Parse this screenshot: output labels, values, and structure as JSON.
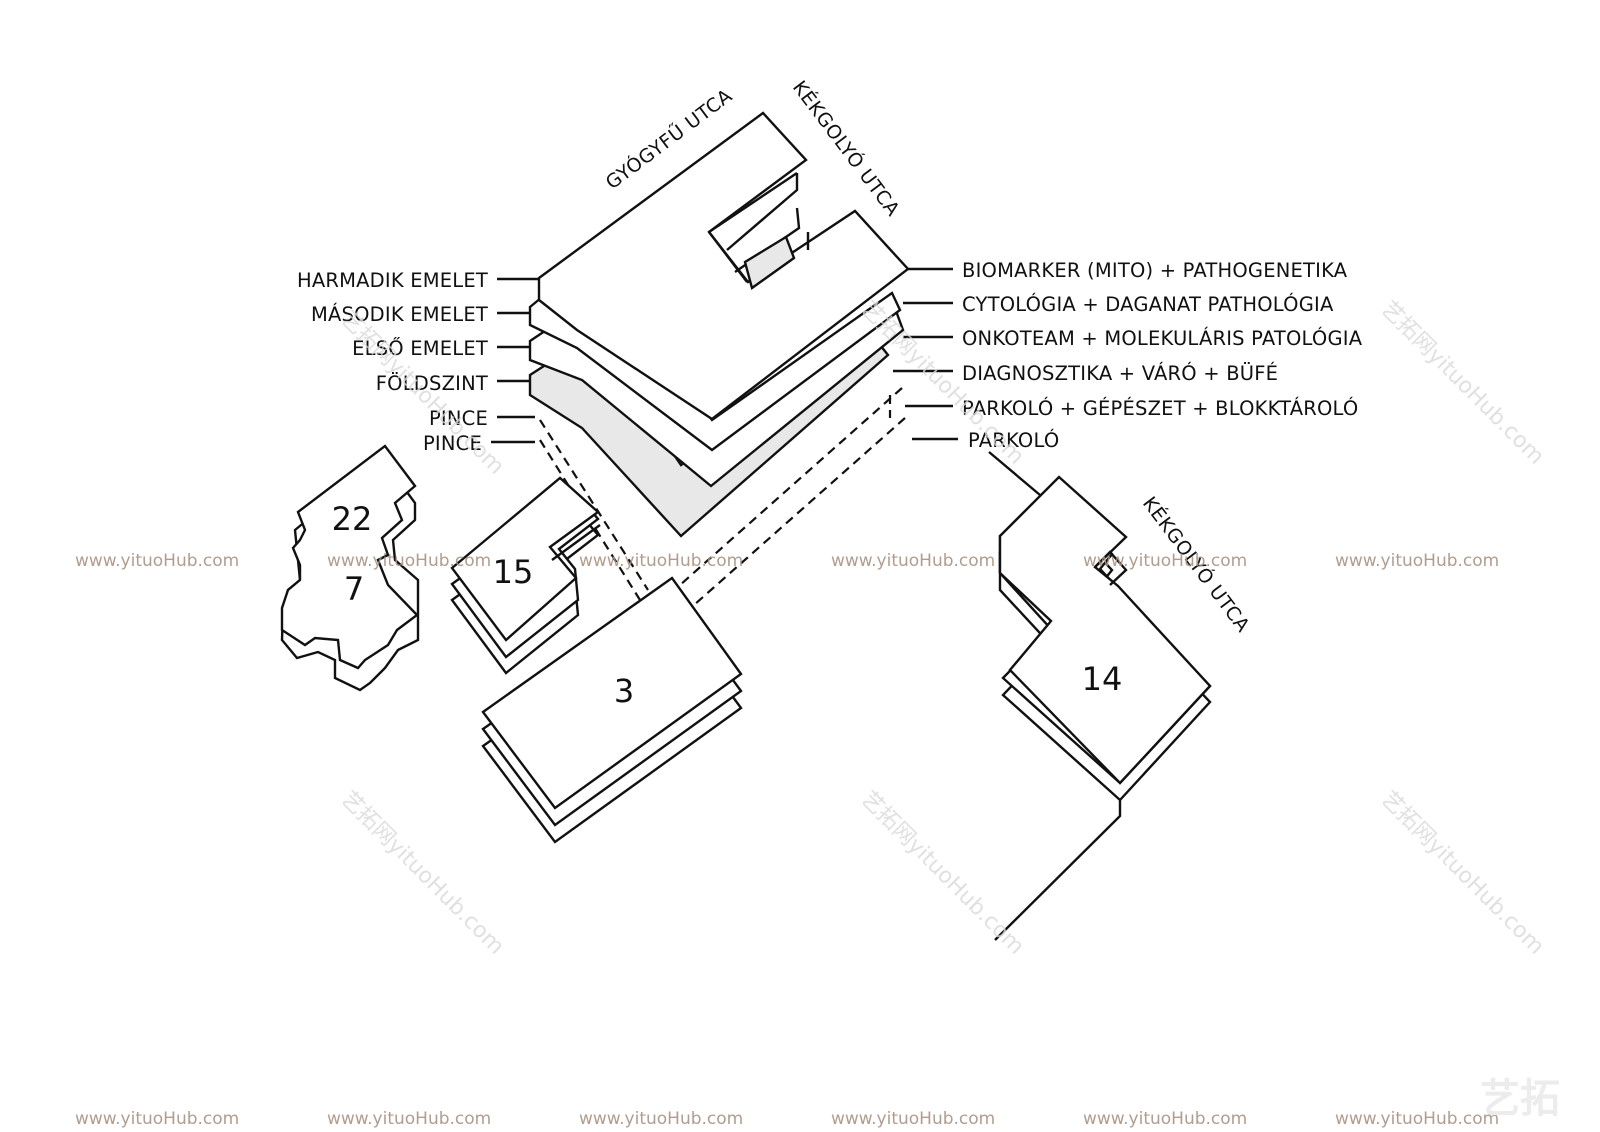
{
  "floor_labels_left": [
    "HARMADIK EMELET",
    "MÁSODIK EMELET",
    "ELSŐ EMELET",
    "FÖLDSZINT",
    "PINCE",
    "PINCE"
  ],
  "floor_labels_right": [
    "BIOMARKER (MITO) + PATHOGENETIKA",
    "CYTOLÓGIA + DAGANAT PATHOLÓGIA",
    "ONKOTEAM + MOLEKULÁRIS PATOLÓGIA",
    "DIAGNOSZTIKA + VÁRÓ + BÜFÉ",
    "PARKOLÓ + GÉPÉSZET + BLOKKTÁROLÓ",
    "PARKOLÓ"
  ],
  "streets": {
    "gyogyfu": "GYÓGYFŰ UTCA",
    "kekgolyo_top": "KÉKGOLYÓ UTCA",
    "kekgolyo_right": "KÉKGOLYÓ UTCA"
  },
  "buildings": {
    "b22": "22",
    "b7": "7",
    "b15": "15",
    "b3": "3",
    "b14": "14"
  },
  "watermark": {
    "url": "www.yituoHub.com",
    "diag": "艺拓网yituoHub.com",
    "logo": "艺拓"
  },
  "colors": {
    "line": "#111111",
    "ground_floor_fill": "#e8e8e8",
    "watermark": "#a89383"
  }
}
